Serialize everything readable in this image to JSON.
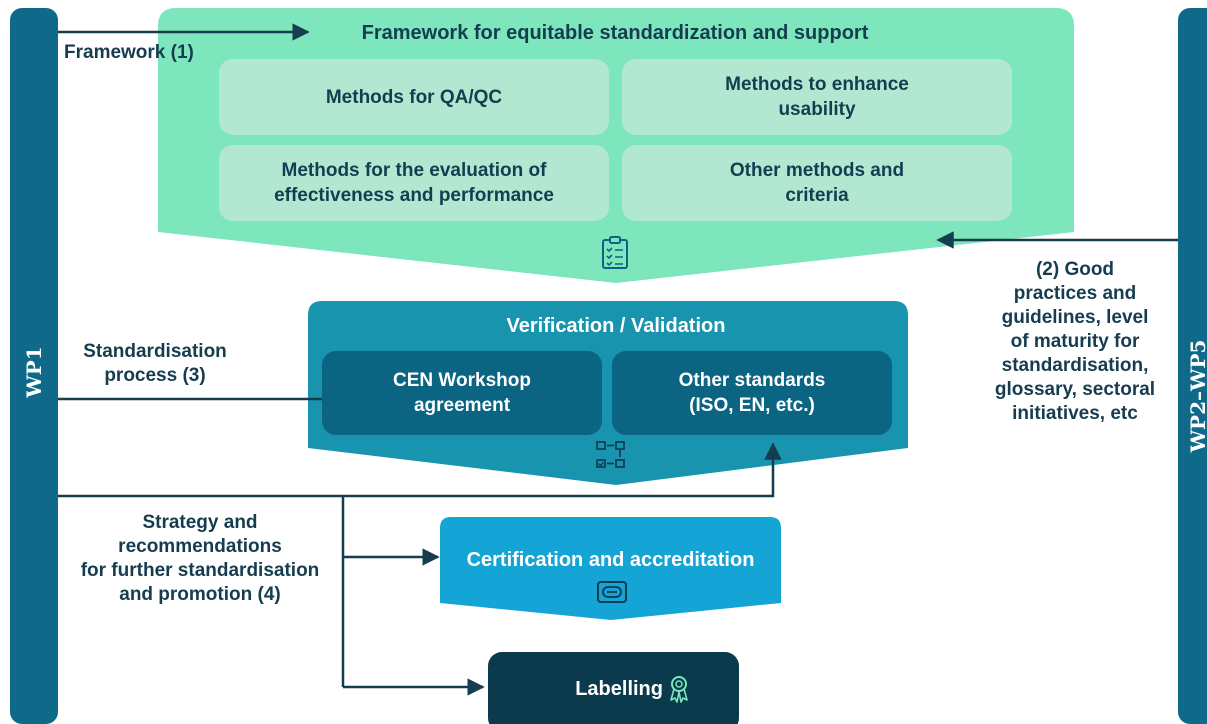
{
  "wp_left": "WP1",
  "wp_right": "WP2–WP5",
  "framework": {
    "title": "Framework for equitable standardization and support",
    "boxes": [
      "Methods for QA/QC",
      "Methods to enhance\nusability",
      "Methods for the evaluation of\neffectiveness and performance",
      "Other methods and\ncriteria"
    ]
  },
  "verification": {
    "title": "Verification / Validation",
    "boxes": [
      "CEN Workshop\nagreement",
      "Other standards\n(ISO, EN, etc.)"
    ]
  },
  "certification": {
    "title": "Certification and accreditation"
  },
  "labelling": {
    "title": "Labelling"
  },
  "arrow_labels": {
    "framework": "Framework (1)",
    "good_practices": "(2) Good\npractices and\nguidelines, level\nof maturity for\nstandardisation,\nglossary, sectoral\ninitiatives, etc",
    "standardisation": "Standardisation\nprocess (3)",
    "strategy": "Strategy and\nrecommendations\nfor further standardisation\nand promotion (4)"
  },
  "colors": {
    "wp_bar": "#0f6a8a",
    "framework_bg": "#7de6bd",
    "framework_sub": "#b2e8d1",
    "verification_bg": "#1894ae",
    "verification_sub": "#0b6482",
    "certification_bg": "#14a4d6",
    "labelling_bg": "#0b3a4d",
    "arrow": "#163d4f"
  },
  "icons": [
    "clipboard-icon",
    "workflow-icon",
    "certificate-icon",
    "award-ribbon-icon"
  ]
}
